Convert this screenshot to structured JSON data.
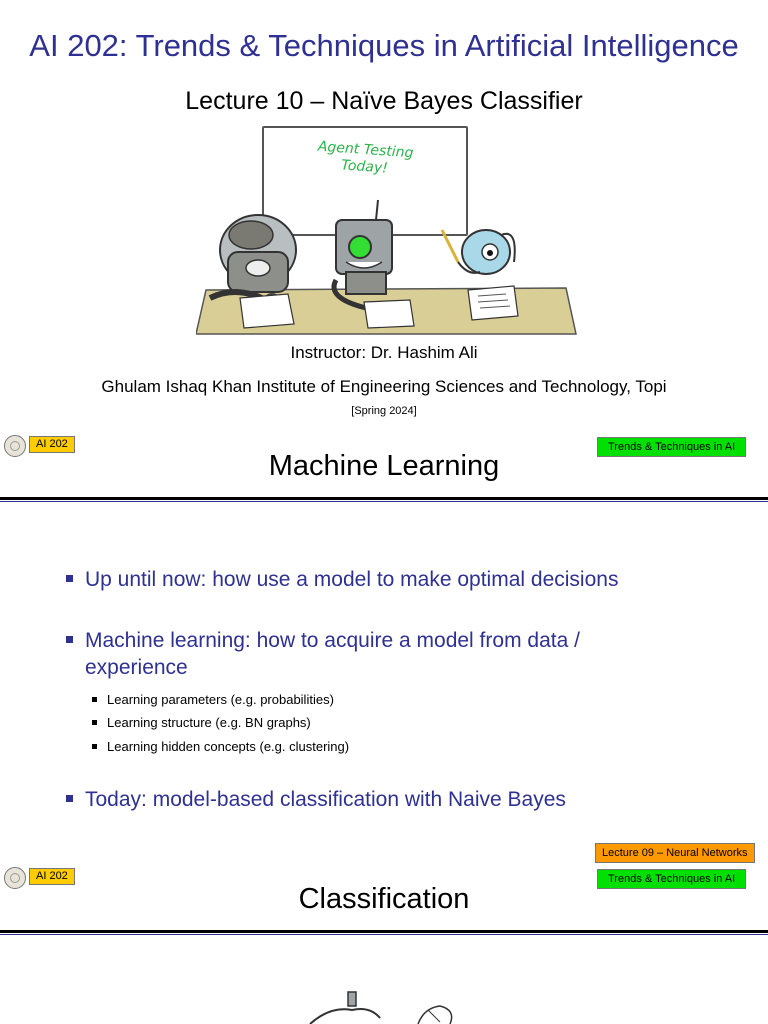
{
  "slide1": {
    "title": "AI 202: Trends & Techniques in Artificial Intelligence",
    "subtitle": "Lecture 10 – Naïve Bayes Classifier",
    "whiteboard_line1": "Agent Testing",
    "whiteboard_line2": "Today!",
    "instructor": "Instructor: Dr. Hashim Ali",
    "institute": "Ghulam Ishaq Khan Institute of Engineering Sciences and Technology, Topi",
    "term": "[Spring 2024]"
  },
  "slide2": {
    "course_tag": "AI 202",
    "course_name_tag": "Trends & Techniques in AI",
    "heading": "Machine Learning",
    "bullets": [
      {
        "text": "Up until now: how use a model to make optimal decisions"
      },
      {
        "text": "Machine learning: how to acquire a model from data /",
        "cont": "experience",
        "sub": [
          "Learning parameters (e.g. probabilities)",
          "Learning structure (e.g. BN graphs)",
          "Learning hidden concepts (e.g. clustering)"
        ]
      },
      {
        "text": "Today: model-based classification with Naive Bayes"
      }
    ]
  },
  "slide3": {
    "course_tag": "AI 202",
    "prev_lecture_tag": "Lecture 09 – Neural Networks",
    "course_name_tag": "Trends & Techniques in AI",
    "heading": "Classification"
  },
  "colors": {
    "title_blue": "#2e3192",
    "tag_yellow": "#ffcc00",
    "tag_green": "#00e000",
    "tag_orange": "#ff9900"
  }
}
